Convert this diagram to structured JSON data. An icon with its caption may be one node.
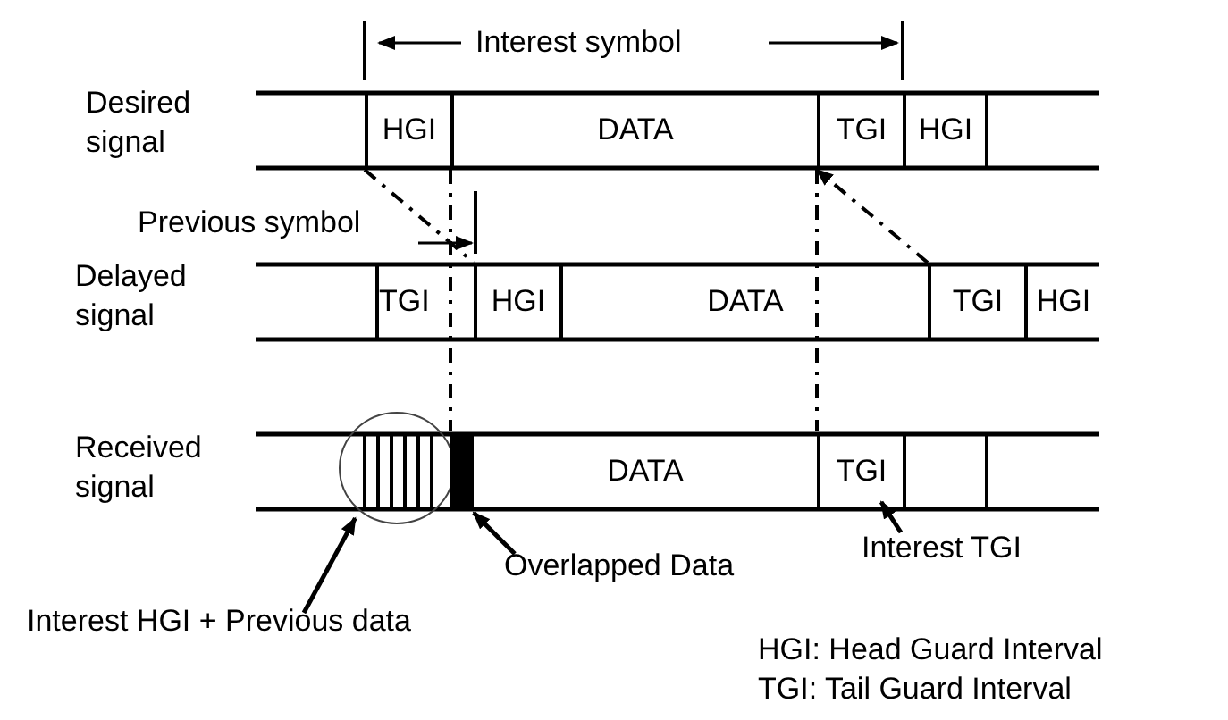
{
  "diagram": {
    "nodes": [
      {
        "text": [
          "HGI"
        ]
      },
      {
        "text": [
          "DATA"
        ]
      },
      {
        "text": [
          "TGI"
        ]
      },
      {
        "text": [
          "HGI"
        ]
      },
      {
        "text": [
          "TGI"
        ]
      },
      {
        "text": [
          "HGI"
        ]
      },
      {
        "text": [
          "DATA"
        ]
      },
      {
        "text": [
          "TGI"
        ]
      },
      {
        "text": [
          "HGI"
        ]
      },
      {
        "text": [],
        "shape": "circle"
      },
      {
        "text": [],
        "shape": "bar"
      },
      {
        "text": [
          "DATA"
        ]
      },
      {
        "text": [
          "TGI"
        ]
      },
      {
        "text": [],
        "shape": "box"
      },
      {
        "text": [
          "Interest TGI"
        ]
      },
      {
        "text": [
          "Overlapped Data"
        ]
      },
      {
        "text": [
          "Interest HGI + Previous data"
        ]
      }
    ],
    "edges": [
      {
        "from": 0,
        "to": 5,
        "arrow": "none",
        "style": "dashed"
      },
      {
        "from": 7,
        "to": 2,
        "arrow": "to",
        "style": "dashed"
      },
      {
        "from": 14,
        "to": 12,
        "arrow": "to"
      },
      {
        "from": 15,
        "to": 10,
        "arrow": "to"
      },
      {
        "from": 16,
        "to": 9,
        "arrow": "to"
      }
    ],
    "labels": [
      "Interest symbol",
      "Desired signal",
      "Previous symbol",
      "Delayed signal",
      "Received signal",
      "HGI: Head Guard Interval",
      "TGI: Tail Guard Interval"
    ]
  }
}
